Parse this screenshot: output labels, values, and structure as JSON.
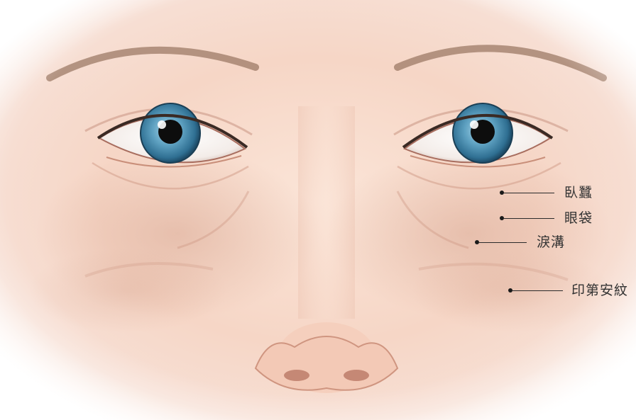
{
  "annotations": [
    {
      "label": "臥蠶"
    },
    {
      "label": "眼袋"
    },
    {
      "label": "淚溝"
    },
    {
      "label": "印第安紋"
    }
  ]
}
